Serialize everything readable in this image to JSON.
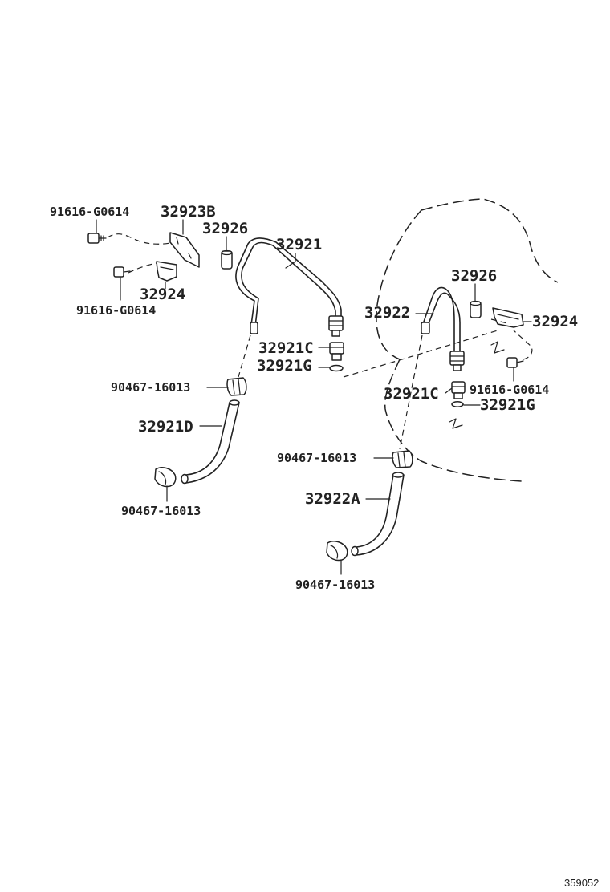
{
  "labels": {
    "bolt_top_left": "91616-G0614",
    "bracket_left": "32923B",
    "grommet_left": "32926",
    "tube_left": "32921",
    "clamp_left": "32924",
    "bolt_bottom_left": "91616-G0614",
    "union_left": "32921C",
    "gasket_left": "32921G",
    "hose_clamp_upper_left": "90467-16013",
    "hose_left": "32921D",
    "hose_clamp_lower_left": "90467-16013",
    "grommet_right": "32926",
    "tube_right": "32922",
    "clamp_right": "32924",
    "bolt_right": "91616-G0614",
    "union_right": "32921C",
    "gasket_right": "32921G",
    "hose_clamp_upper_right": "90467-16013",
    "hose_right": "32922A",
    "hose_clamp_lower_right": "90467-16013"
  },
  "figure_number": "359052"
}
